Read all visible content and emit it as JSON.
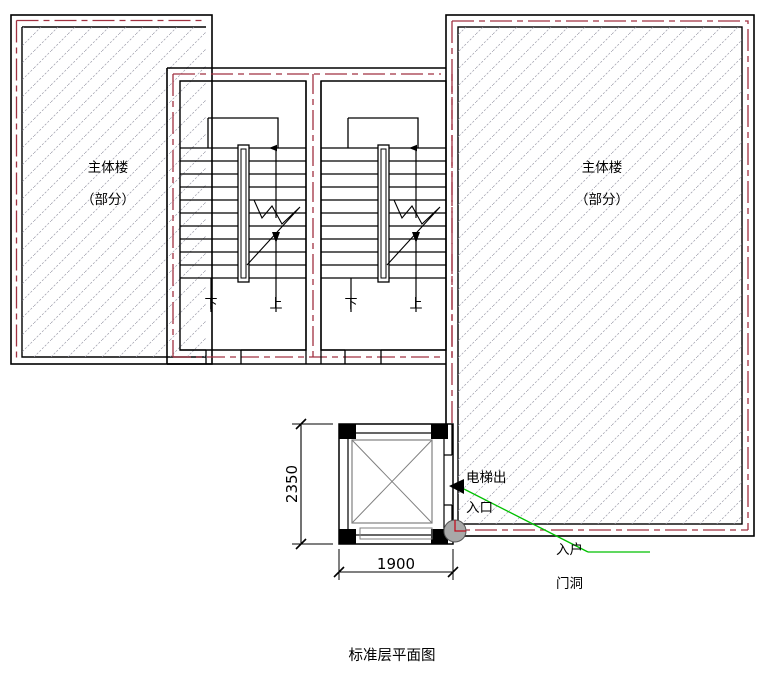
{
  "drawing": {
    "title": "标准层平面图",
    "type": "architectural-floor-plan",
    "units": "mm"
  },
  "blocks": {
    "left_main_building": {
      "label_line1": "主体楼",
      "label_line2": "（部分）",
      "hatch": "diagonal-45"
    },
    "right_main_building": {
      "label_line1": "主体楼",
      "label_line2": "（部分）",
      "hatch": "diagonal-45"
    }
  },
  "stairwells": [
    {
      "name": "stairwell-left",
      "down_label": "下",
      "up_label": "上",
      "tread_count": 10
    },
    {
      "name": "stairwell-right",
      "down_label": "下",
      "up_label": "上",
      "tread_count": 10
    }
  ],
  "elevator": {
    "name": "elevator-shaft",
    "width_dimension": "1900",
    "height_dimension": "2350",
    "entrance_label_line1": "电梯出",
    "entrance_label_line2": "入口",
    "door_label_line1": "入户",
    "door_label_line2": "门洞"
  },
  "colors": {
    "wall_line": "#000000",
    "axis_line": "#a03040",
    "hatch": "#9a9aa8",
    "leader": "#00c000",
    "column_fill": "#000000",
    "cab_outline": "#808080",
    "marker_fill": "#a8a8a8"
  }
}
